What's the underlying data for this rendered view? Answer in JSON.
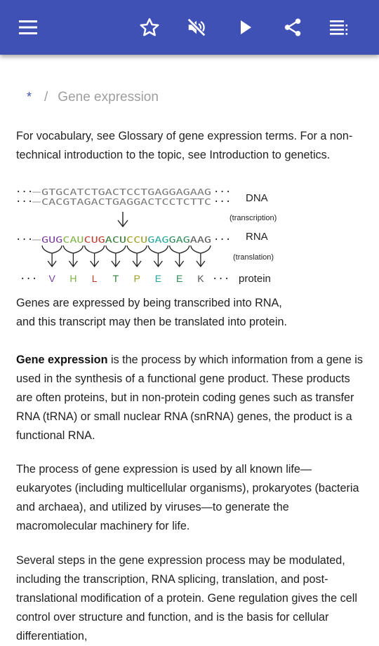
{
  "toolbar": {
    "icons": [
      "menu-icon",
      "star-icon",
      "volume-off-icon",
      "play-icon",
      "share-icon",
      "list-icon"
    ]
  },
  "breadcrumb": {
    "home": "*",
    "separator": "/",
    "current": "Gene expression"
  },
  "hatnote": "For vocabulary, see Glossary of gene expression terms. For a non-technical introduction to the topic, see Introduction to genetics.",
  "figure": {
    "dna_top": "GTGCATCTGACTCCTGAGGAGAAG",
    "dna_bottom": "CACGTAGACTGAGGACTCCTCTTC",
    "dna_label": "DNA",
    "transcription_label": "(transcription)",
    "rna_seq": "GUGCAUCUGACUCCUGAGGAGAAG",
    "rna_label": "RNA",
    "translation_label": "(translation)",
    "protein_residues": [
      "V",
      "H",
      "L",
      "T",
      "P",
      "E",
      "E",
      "K"
    ],
    "protein_label": "protein",
    "colors": {
      "codon_colors": [
        "#7b3fa0",
        "#7cb342",
        "#c0392b",
        "#2e7d32",
        "#9e9d24",
        "#26a69a",
        "#2e8b57",
        "#555555"
      ]
    }
  },
  "figure_caption": "Genes are expressed by being transcribed into RNA, and this transcript may then be translated into protein.",
  "lead": {
    "bold": "Gene expression",
    "rest": " is the process by which information from a gene is used in the synthesis of a functional gene product. These products are often proteins, but in non-protein coding genes such as transfer RNA (tRNA) or small nuclear RNA (snRNA) genes, the product is a functional RNA."
  },
  "para2": "The process of gene expression is used by all known life—eukaryotes (including multicellular organisms), prokaryotes (bacteria and archaea), and utilized by viruses—to generate the macromolecular machinery for life.",
  "para3": "Several steps in the gene expression process may be modulated, including the transcription, RNA splicing, translation, and post-translational modification of a protein. Gene regulation gives the cell control over structure and function, and is the basis for cellular differentiation,"
}
